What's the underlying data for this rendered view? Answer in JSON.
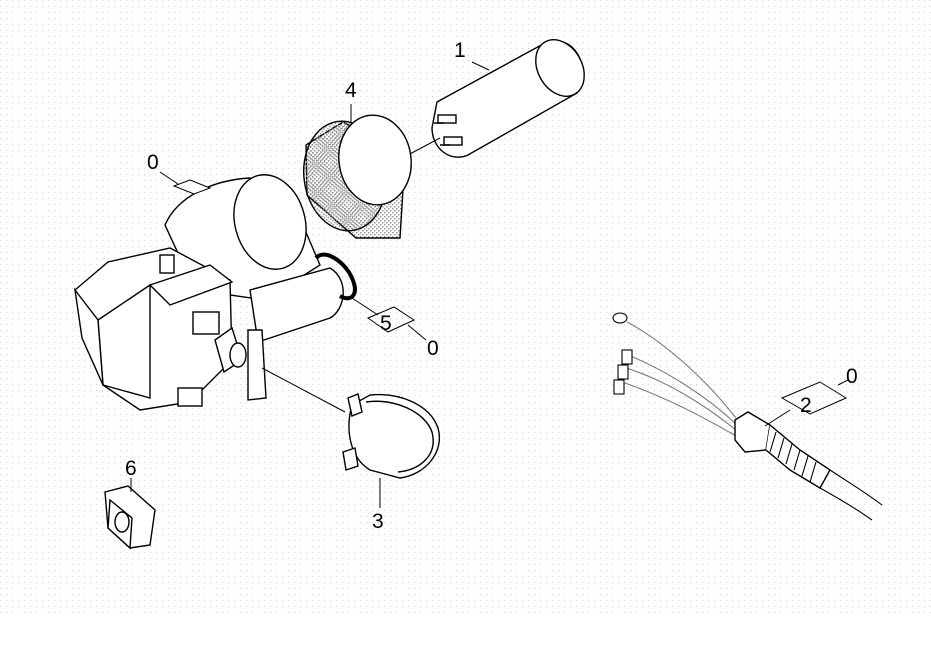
{
  "diagram": {
    "background_pattern_color": "#d8d8d8",
    "line_color": "#000000",
    "callouts": {
      "capacitor": "1",
      "cable": "2",
      "switch_knob": "3",
      "ring": "4",
      "clip": "5",
      "bracket": "6",
      "set_motor": "0",
      "set_clip": "0",
      "set_cable": "0"
    },
    "parts": [
      {
        "callout": "1",
        "icon": "capacitor-icon"
      },
      {
        "callout": "2",
        "icon": "cable-icon"
      },
      {
        "callout": "3",
        "icon": "knob-icon"
      },
      {
        "callout": "4",
        "icon": "ring-icon"
      },
      {
        "callout": "5",
        "icon": "clip-icon"
      },
      {
        "callout": "6",
        "icon": "bracket-icon"
      },
      {
        "callout": "0",
        "icon": "motor-icon"
      }
    ]
  }
}
